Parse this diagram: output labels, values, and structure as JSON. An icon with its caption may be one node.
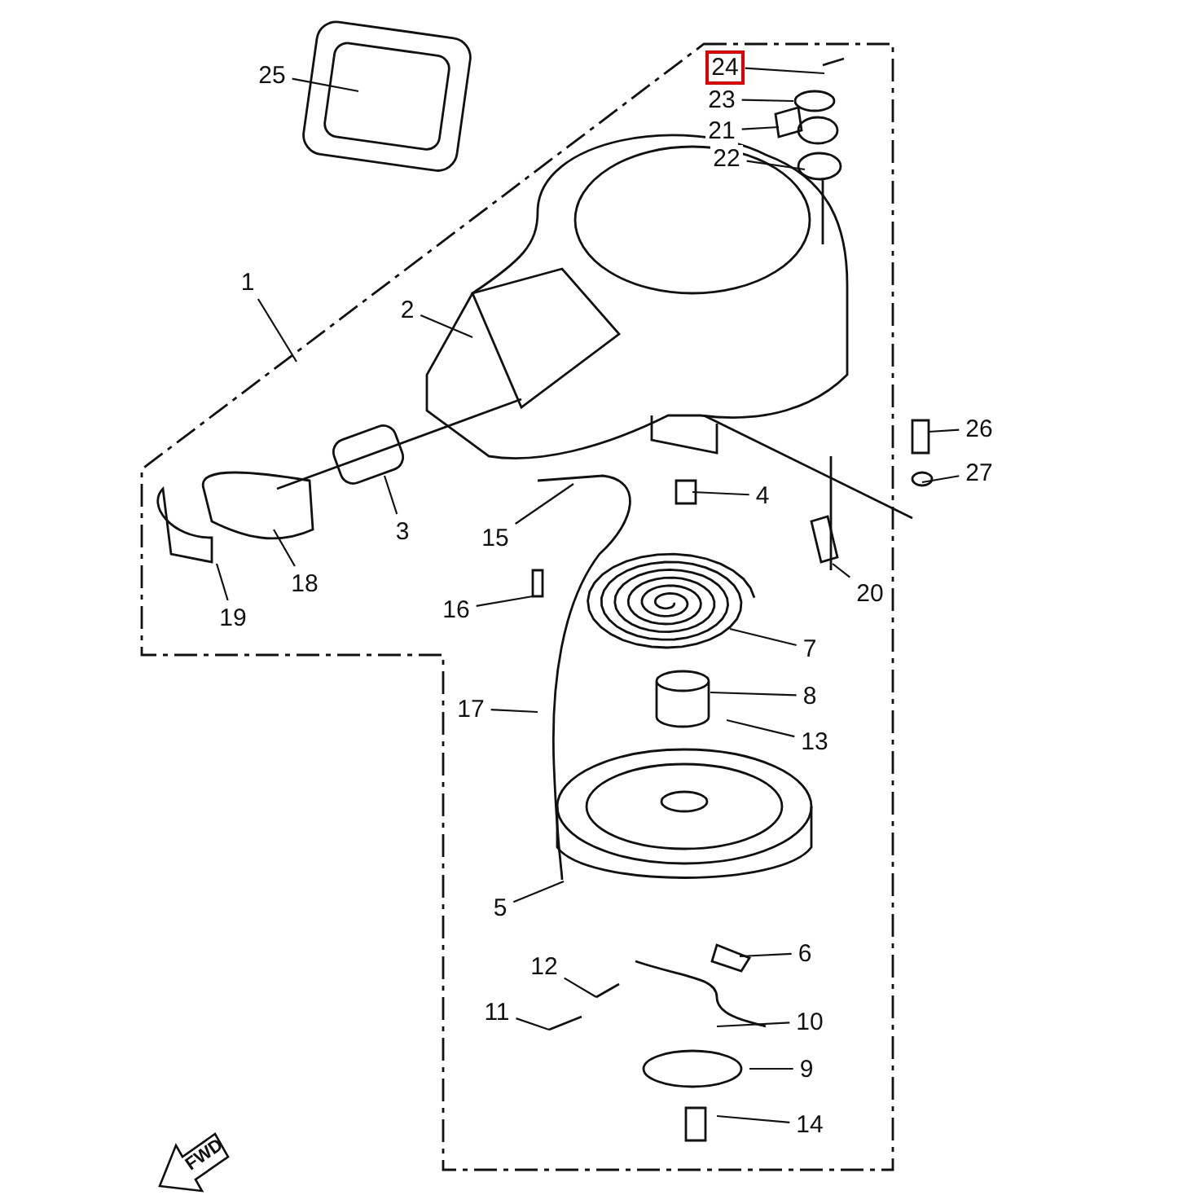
{
  "diagram": {
    "nodes": [
      {
        "text": [
          "24"
        ]
      },
      {
        "text": [
          "23"
        ]
      },
      {
        "text": [
          "25"
        ]
      },
      {
        "text": [
          "21"
        ]
      },
      {
        "text": [
          "22"
        ]
      },
      {
        "text": [
          "1"
        ]
      },
      {
        "text": [
          "2"
        ]
      },
      {
        "text": [
          "26"
        ]
      },
      {
        "text": [
          "27"
        ]
      },
      {
        "text": [
          "4"
        ]
      },
      {
        "text": [
          "3"
        ]
      },
      {
        "text": [
          "15"
        ]
      },
      {
        "text": [
          "20"
        ]
      },
      {
        "text": [
          "18"
        ]
      },
      {
        "text": [
          "16"
        ]
      },
      {
        "text": [
          "19"
        ]
      },
      {
        "text": [
          "7"
        ]
      },
      {
        "text": [
          "17"
        ]
      },
      {
        "text": [
          "8"
        ]
      },
      {
        "text": [
          "13"
        ]
      },
      {
        "text": [
          "5"
        ]
      },
      {
        "text": [
          "6"
        ]
      },
      {
        "text": [
          "12"
        ]
      },
      {
        "text": [
          "10"
        ]
      },
      {
        "text": [
          "11"
        ]
      },
      {
        "text": [
          "9"
        ]
      },
      {
        "text": [
          "14"
        ]
      }
    ],
    "edges": [
      {
        "from": 0,
        "to": null,
        "arrow": "none"
      },
      {
        "from": 1,
        "to": null,
        "arrow": "none"
      },
      {
        "from": 2,
        "to": null,
        "arrow": "none"
      },
      {
        "from": 3,
        "to": null,
        "arrow": "none"
      },
      {
        "from": 4,
        "to": null,
        "arrow": "none"
      },
      {
        "from": 5,
        "to": null,
        "arrow": "none"
      },
      {
        "from": 6,
        "to": null,
        "arrow": "none"
      },
      {
        "from": 7,
        "to": null,
        "arrow": "none"
      },
      {
        "from": 8,
        "to": null,
        "arrow": "none"
      },
      {
        "from": 9,
        "to": null,
        "arrow": "none"
      },
      {
        "from": 10,
        "to": null,
        "arrow": "none"
      },
      {
        "from": 11,
        "to": null,
        "arrow": "none"
      },
      {
        "from": 12,
        "to": null,
        "arrow": "none"
      },
      {
        "from": 13,
        "to": null,
        "arrow": "none"
      },
      {
        "from": 14,
        "to": null,
        "arrow": "none"
      },
      {
        "from": 15,
        "to": null,
        "arrow": "none"
      },
      {
        "from": 16,
        "to": null,
        "arrow": "none"
      },
      {
        "from": 17,
        "to": null,
        "arrow": "none"
      },
      {
        "from": 18,
        "to": null,
        "arrow": "none"
      },
      {
        "from": 19,
        "to": null,
        "arrow": "none"
      },
      {
        "from": 20,
        "to": null,
        "arrow": "none"
      },
      {
        "from": 21,
        "to": null,
        "arrow": "none"
      },
      {
        "from": 22,
        "to": null,
        "arrow": "none"
      },
      {
        "from": 23,
        "to": null,
        "arrow": "none"
      },
      {
        "from": 24,
        "to": null,
        "arrow": "none"
      },
      {
        "from": 25,
        "to": null,
        "arrow": "none"
      },
      {
        "from": 26,
        "to": null,
        "arrow": "none"
      }
    ],
    "labels": [
      "FWD"
    ]
  }
}
